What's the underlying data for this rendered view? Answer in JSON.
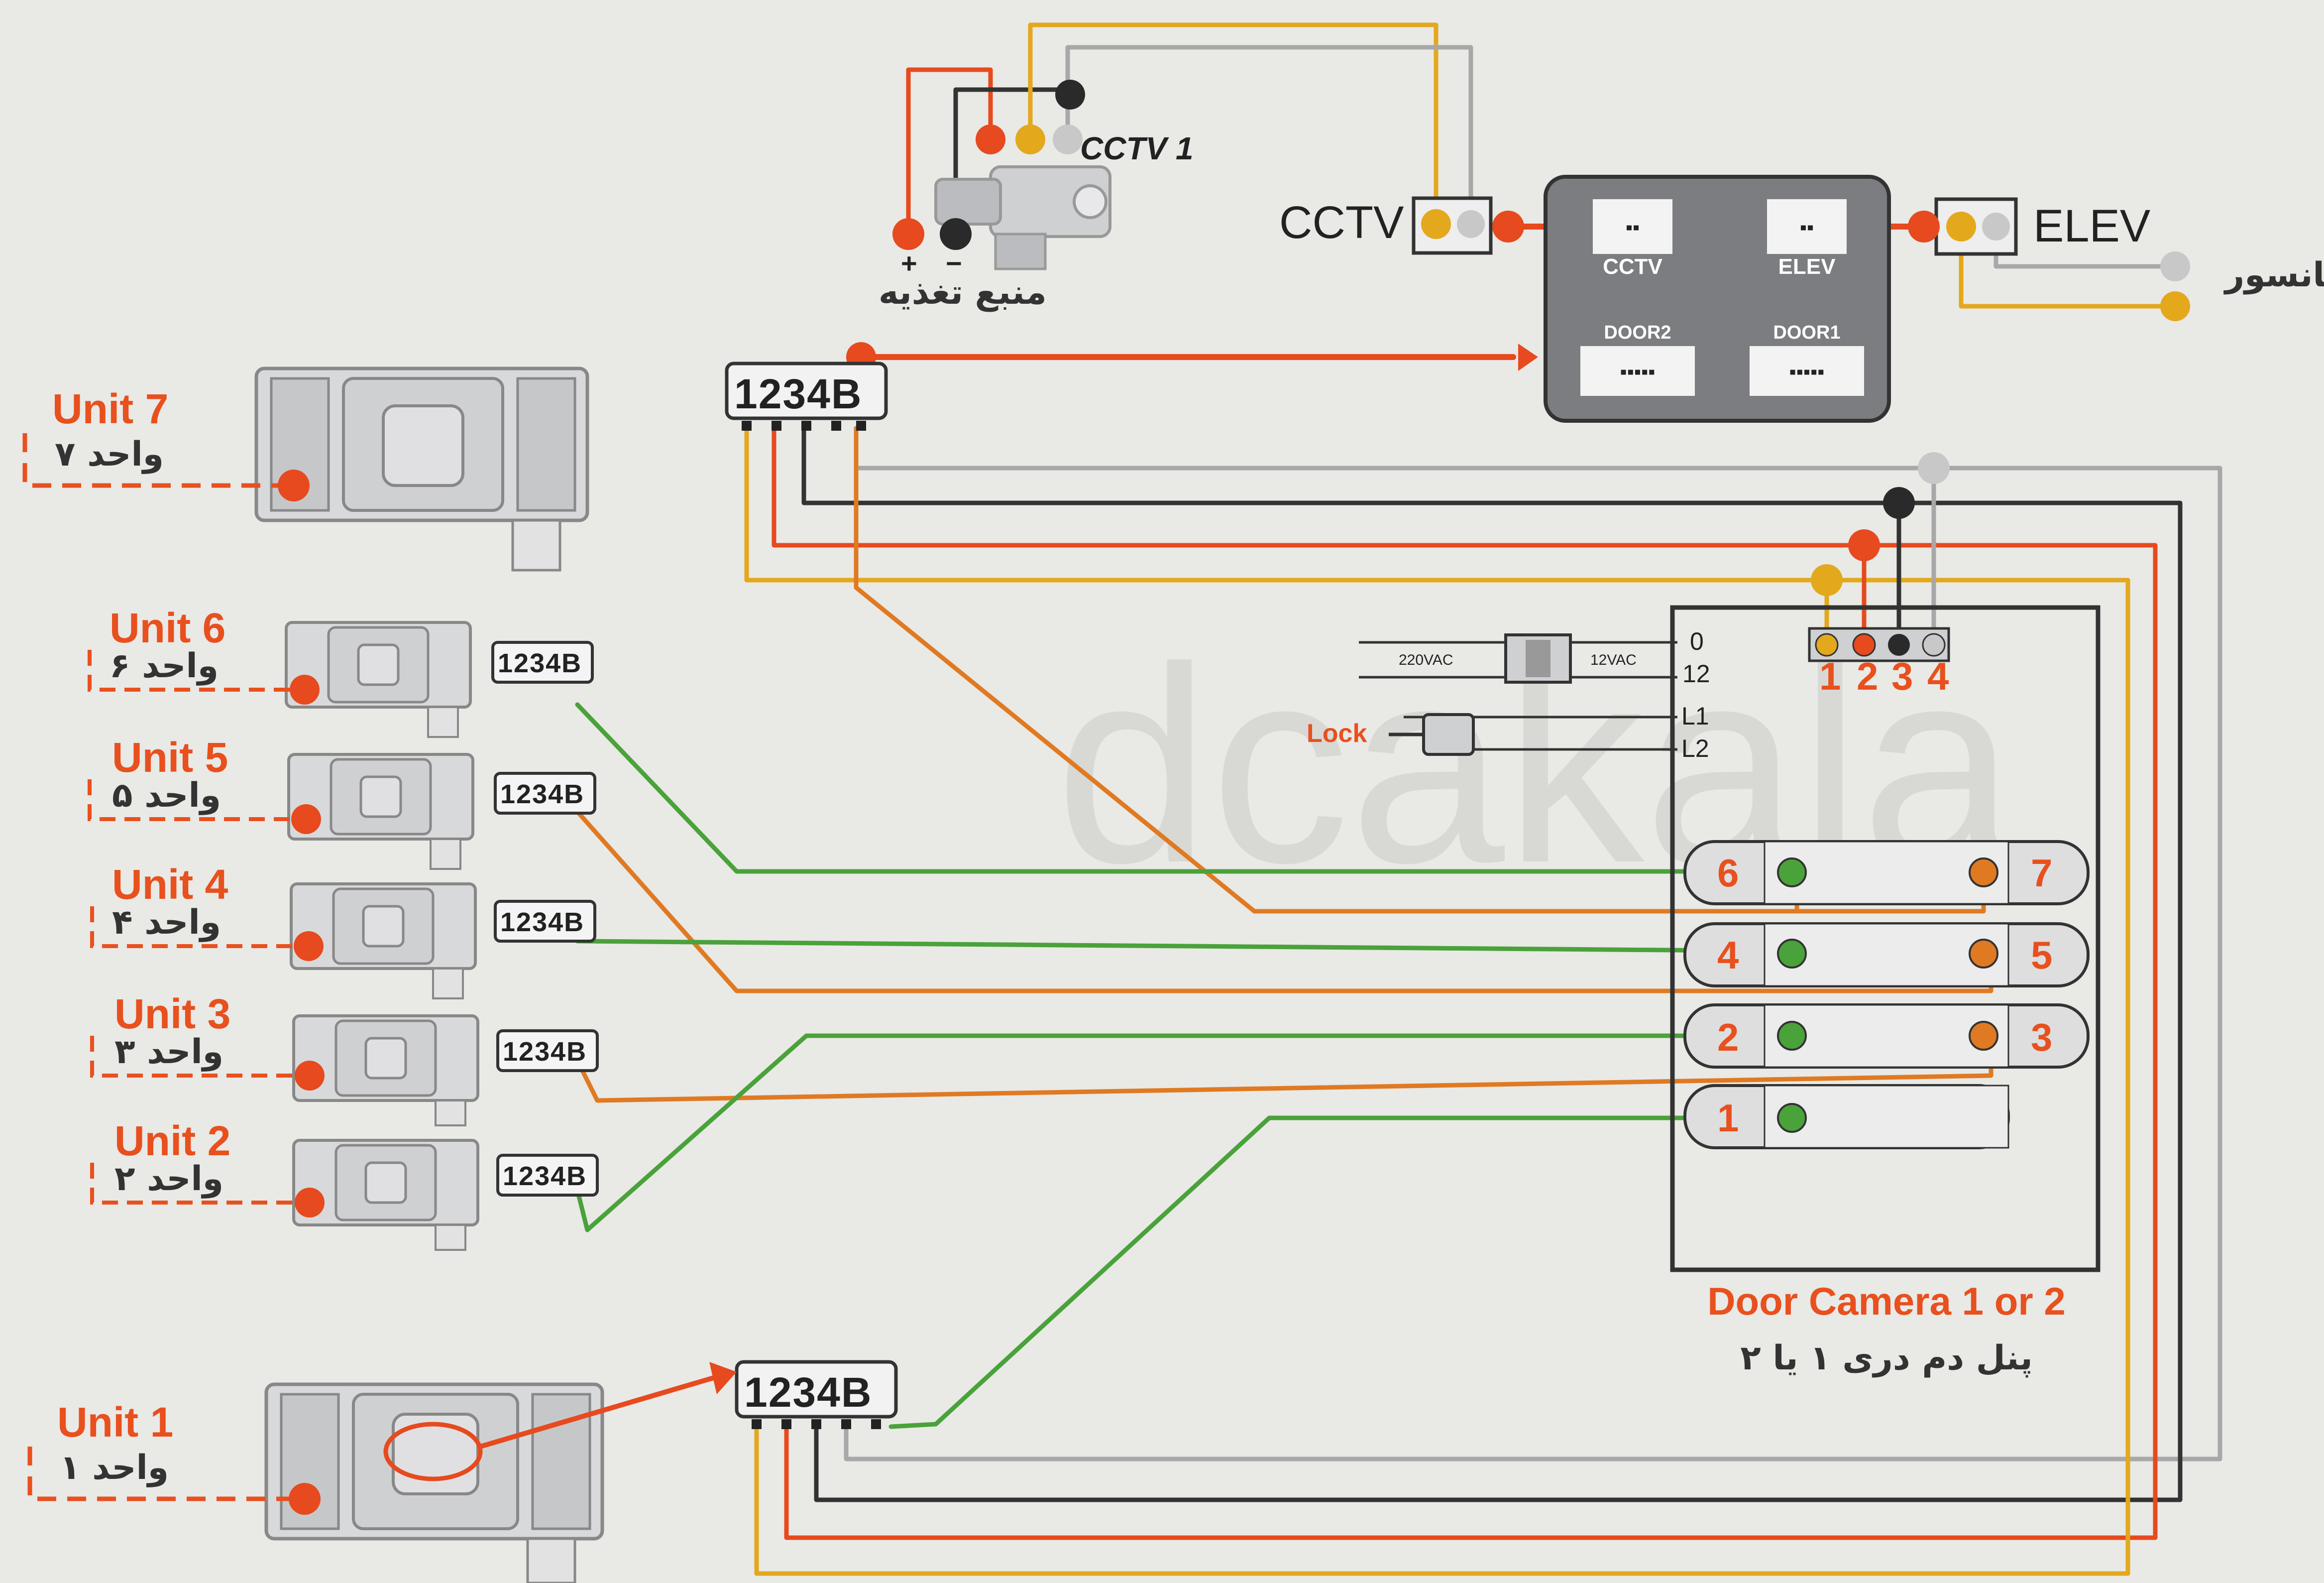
{
  "watermark": "dcakala",
  "colors": {
    "wire_red": "#e64a1e",
    "wire_orange": "#e07a22",
    "wire_yellow": "#e3a81c",
    "wire_gray": "#a8a8a8",
    "wire_black": "#333333",
    "wire_green": "#4aa23a",
    "accent": "#e8501e"
  },
  "units": [
    {
      "label": "Unit 7",
      "label_fa": "واحد ۷"
    },
    {
      "label": "Unit 6",
      "label_fa": "واحد ۶"
    },
    {
      "label": "Unit 5",
      "label_fa": "واحد ۵"
    },
    {
      "label": "Unit 4",
      "label_fa": "واحد ۴"
    },
    {
      "label": "Unit 3",
      "label_fa": "واحد ۳"
    },
    {
      "label": "Unit 2",
      "label_fa": "واحد ۲"
    },
    {
      "label": "Unit 1",
      "label_fa": "واحد ۱"
    }
  ],
  "terminal_label": "1234B",
  "cctv": {
    "connector_label": "CCTV",
    "camera_label": "CCTV 1",
    "power_label_fa": "منبع تغذیه",
    "plus": "+",
    "minus": "−"
  },
  "elevator": {
    "connector_label": "ELEV",
    "label_fa": "آسانسور"
  },
  "distributor": {
    "ports": [
      "CCTV",
      "ELEV",
      "DOOR2",
      "DOOR1"
    ]
  },
  "door_panel": {
    "title": "Door Camera 1 or 2",
    "title_fa": "پنل دم دری ۱ یا ۲",
    "power_in": "220VAC",
    "power_out": "12VAC",
    "terminals": [
      "0",
      "12",
      "L1",
      "L2"
    ],
    "lock_label": "Lock",
    "connector_numbers": [
      "1",
      "2",
      "3",
      "4"
    ],
    "buttons": [
      {
        "left": "6",
        "right": "7"
      },
      {
        "left": "4",
        "right": "5"
      },
      {
        "left": "2",
        "right": "3"
      },
      {
        "left": "1",
        "right": ""
      }
    ]
  }
}
